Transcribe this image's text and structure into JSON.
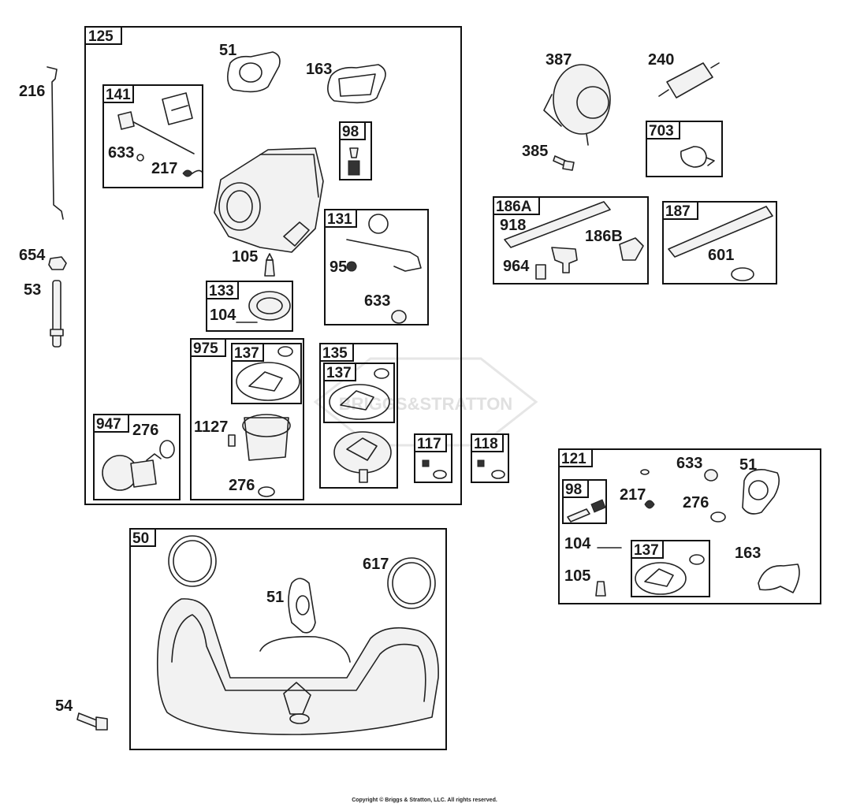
{
  "watermark": "BRIGGS&STRATTON",
  "copyright": "Copyright © Briggs & Stratton, LLC. All rights reserved.",
  "loose_labels": {
    "p216": "216",
    "p654": "654",
    "p53": "53",
    "p54": "54",
    "p387": "387",
    "p240": "240",
    "p385": "385"
  },
  "kit_125": {
    "tag": "125",
    "labels": {
      "p51": "51",
      "p163": "163",
      "p105": "105"
    },
    "kit_141": {
      "tag": "141",
      "p633": "633",
      "p217": "217"
    },
    "kit_98": {
      "tag": "98"
    },
    "kit_131": {
      "tag": "131",
      "p95": "95",
      "p633": "633"
    },
    "kit_133": {
      "tag": "133",
      "p104": "104"
    },
    "kit_975": {
      "tag": "975",
      "kit_137": "137",
      "p1127": "1127",
      "p276": "276"
    },
    "kit_135": {
      "tag": "135",
      "kit_137": "137"
    },
    "kit_947": {
      "tag": "947",
      "p276": "276"
    }
  },
  "kit_117": {
    "tag": "117"
  },
  "kit_118": {
    "tag": "118"
  },
  "kit_703": {
    "tag": "703"
  },
  "kit_186A": {
    "tag": "186A",
    "p918": "918",
    "p964": "964",
    "p186B": "186B"
  },
  "kit_187": {
    "tag": "187",
    "p601": "601"
  },
  "kit_121": {
    "tag": "121",
    "p633": "633",
    "p51": "51",
    "p217": "217",
    "p276": "276",
    "p104": "104",
    "p105": "105",
    "p163": "163",
    "kit_98": "98",
    "kit_137": "137"
  },
  "kit_50": {
    "tag": "50",
    "p617": "617",
    "p51": "51"
  }
}
